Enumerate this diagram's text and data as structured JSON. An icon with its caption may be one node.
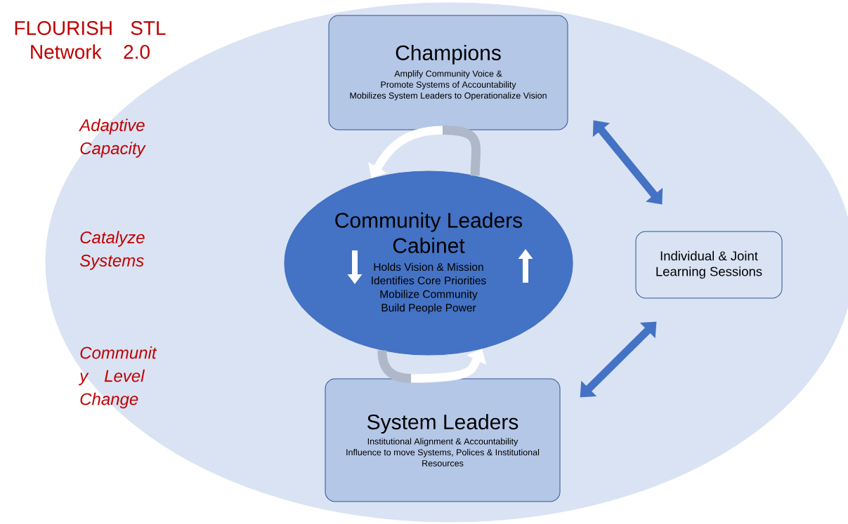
{
  "diagram": {
    "title": "FLOURISH STL Network 2.0",
    "nodes": [
      {
        "text": [],
        "shape": "ellipse"
      },
      {
        "text": [
          "Champions",
          "Amplify Community Voice &",
          "Promote Systems of Accountability",
          "Mobilizes System Leaders to Operationalize Vision"
        ],
        "in": 0
      },
      {
        "text": [
          "Community Leaders Cabinet",
          "Holds Vision & Mission",
          "Identifies Core Priorities",
          "Mobilize Community",
          "Build People Power"
        ],
        "in": 0
      },
      {
        "text": [
          "System Leaders",
          "Institutional Alignment & Accountability",
          "Influence to move Systems, Polices & Institutional Resources"
        ],
        "in": 0
      },
      {
        "text": [
          "Individual & Joint Learning Sessions"
        ],
        "in": 0
      }
    ],
    "edges": [
      {
        "from": 1,
        "to": 2,
        "arrow": "to",
        "color": "#ffffff"
      },
      {
        "from": 3,
        "to": 2,
        "arrow": "to",
        "color": "#ffffff"
      },
      {
        "from": 1,
        "to": 4,
        "arrow": "both",
        "color": "#4472c4"
      },
      {
        "from": 3,
        "to": 4,
        "arrow": "both",
        "color": "#4472c4"
      }
    ],
    "labels": [
      "Adaptive Capacity",
      "Catalyze Systems",
      "Communit y Level Change"
    ]
  }
}
